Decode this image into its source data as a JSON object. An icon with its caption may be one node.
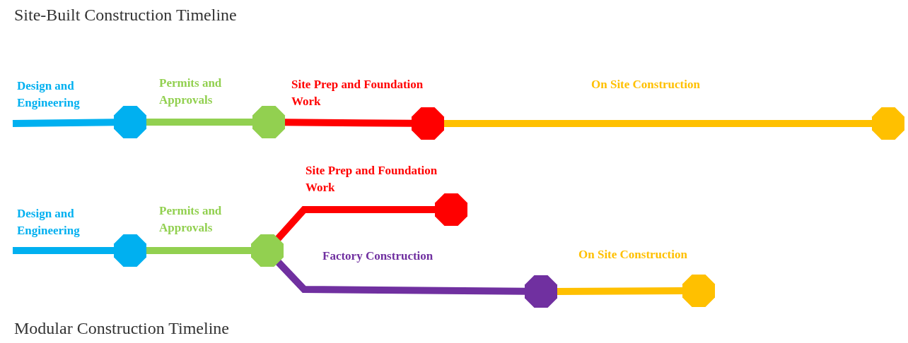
{
  "diagram": {
    "title": "Site-Built Construction Timeline",
    "caption": "Modular Construction Timeline",
    "nodes": [
      {
        "text": [],
        "shape": "octagon"
      },
      {
        "text": [],
        "shape": "octagon"
      },
      {
        "text": [],
        "shape": "octagon"
      },
      {
        "text": [],
        "shape": "octagon"
      },
      {
        "text": [],
        "shape": "octagon"
      },
      {
        "text": [],
        "shape": "octagon"
      },
      {
        "text": [],
        "shape": "octagon"
      },
      {
        "text": [],
        "shape": "octagon"
      },
      {
        "text": [],
        "shape": "octagon"
      }
    ],
    "edges": [
      {
        "from": null,
        "to": 0,
        "arrow": "none",
        "label": "Design and Engineering",
        "color": "#00b0f0"
      },
      {
        "from": 0,
        "to": 1,
        "arrow": "none",
        "label": "Permits and Approvals",
        "color": "#92d050"
      },
      {
        "from": 1,
        "to": 2,
        "arrow": "none",
        "label": "Site Prep and Foundation Work",
        "color": "#ff0000"
      },
      {
        "from": 2,
        "to": 3,
        "arrow": "none",
        "label": "On Site Construction",
        "color": "#ffc000"
      },
      {
        "from": null,
        "to": 4,
        "arrow": "none",
        "label": "Design and Engineering",
        "color": "#00b0f0"
      },
      {
        "from": 4,
        "to": 5,
        "arrow": "none",
        "label": "Permits and Approvals",
        "color": "#92d050"
      },
      {
        "from": 5,
        "to": 6,
        "arrow": "none",
        "label": "Site Prep and Foundation Work",
        "color": "#ff0000"
      },
      {
        "from": 5,
        "to": 7,
        "arrow": "none",
        "label": "Factory Construction",
        "color": "#7030a0"
      },
      {
        "from": 7,
        "to": 8,
        "arrow": "none",
        "label": "On Site Construction",
        "color": "#ffc000"
      }
    ]
  }
}
